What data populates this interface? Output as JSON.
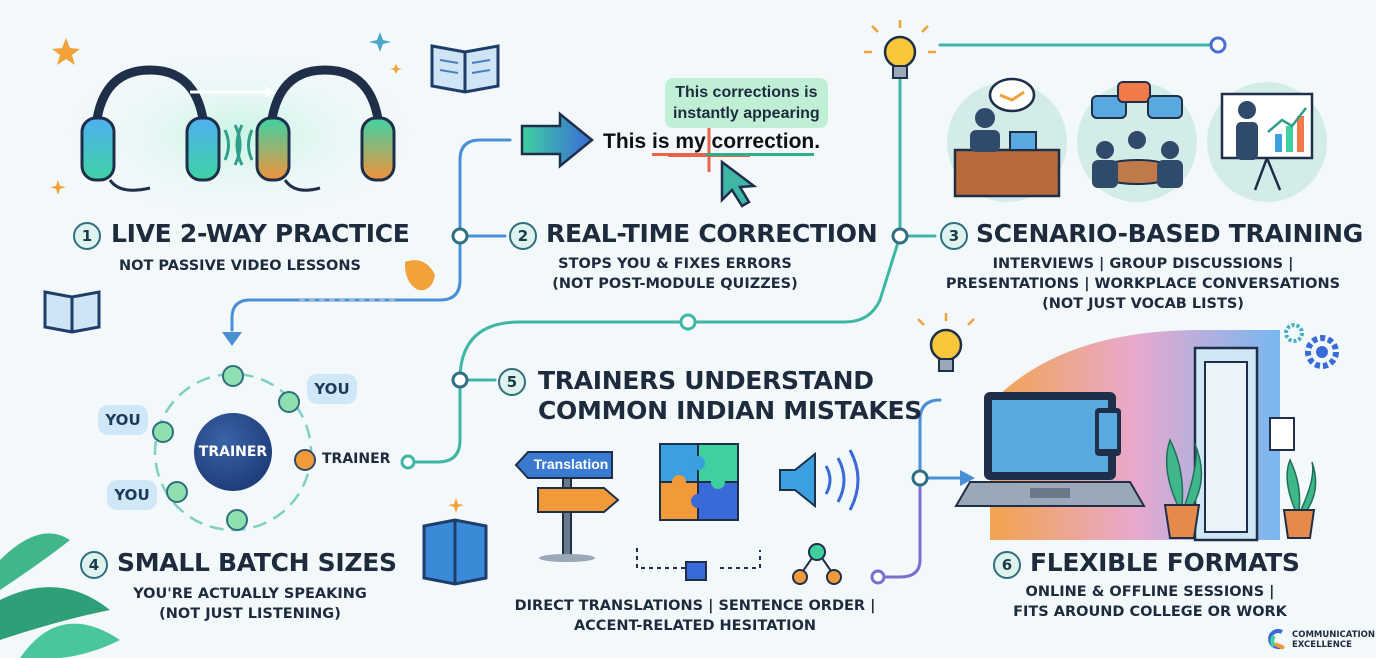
{
  "sections": [
    {
      "number": "1",
      "title": "LIVE 2-WAY PRACTICE",
      "subtitle_lines": [
        "NOT PASSIVE VIDEO LESSONS"
      ]
    },
    {
      "number": "2",
      "title": "REAL-TIME CORRECTION",
      "subtitle_lines": [
        "STOPS YOU & FIXES ERRORS",
        "(NOT POST-MODULE QUIZZES)"
      ]
    },
    {
      "number": "3",
      "title": "SCENARIO-BASED TRAINING",
      "subtitle_lines": [
        "INTERVIEWS | GROUP DISCUSSIONS |",
        "PRESENTATIONS  | WORKPLACE CONVERSATIONS",
        "(NOT JUST VOCAB LISTS)"
      ]
    },
    {
      "number": "4",
      "title": "SMALL BATCH SIZES",
      "subtitle_lines": [
        "YOU'RE ACTUALLY SPEAKING",
        "(NOT JUST LISTENING)"
      ]
    },
    {
      "number": "5",
      "title_lines": [
        "TRAINERS UNDERSTAND",
        "COMMON INDIAN MISTAKES"
      ],
      "subtitle_lines": [
        "DIRECT TRANSLATIONS | SENTENCE ORDER |",
        "ACCENT-RELATED HESITATION"
      ]
    },
    {
      "number": "6",
      "title": "FLEXIBLE FORMATS",
      "subtitle_lines": [
        "ONLINE & OFFLINE SESSIONS |",
        "FITS AROUND COLLEGE OR WORK"
      ]
    }
  ],
  "correction": {
    "callout_lines": [
      "This corrections is",
      "instantly appearing"
    ],
    "sentence_parts": [
      "This ",
      "is my",
      "",
      " correction",
      "."
    ]
  },
  "batch": {
    "center_label": "TRAINER",
    "side_label": "TRAINER",
    "bubbles": [
      "YOU",
      "YOU",
      "YOU"
    ]
  },
  "sign_label": "Translation",
  "logo": {
    "lines": [
      "COMMUNICATION",
      "EXCELLENCE"
    ]
  },
  "colors": {
    "path_blue": "#4a8fd6",
    "path_teal": "#3fb7a4",
    "path_purple": "#7a6fd0",
    "accent_orange": "#f2a23b"
  },
  "icons": [
    "headphones-icon",
    "book-icon",
    "star-icon",
    "arrow-icon",
    "cursor-icon",
    "lightbulb-icon",
    "handshake-icon",
    "chat-icon",
    "presentation-icon",
    "signpost-icon",
    "puzzle-icon",
    "speaker-icon",
    "laptop-icon",
    "phone-icon",
    "door-icon",
    "plant-icon",
    "gear-icon",
    "leaf-icon"
  ]
}
